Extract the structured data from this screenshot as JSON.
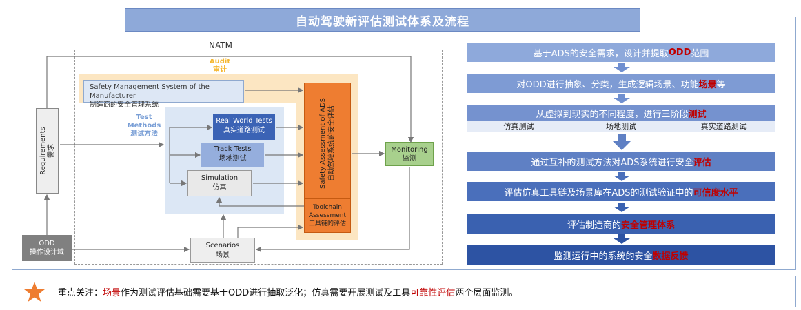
{
  "title": "自动驾驶新评估测试体系及流程",
  "diagram": {
    "natm": "NATM",
    "audit_en": "Audit",
    "audit_cn": "审计",
    "sms_en": "Safety Management System of the Manufacturer",
    "sms_cn": "制造商的安全管理系统",
    "test_methods_en_1": "Test",
    "test_methods_en_2": "Methods",
    "test_methods_cn": "测试方法",
    "real_world_en": "Real World Tests",
    "real_world_cn": "真实道路测试",
    "track_en": "Track Tests",
    "track_cn": "场地测试",
    "simulation_en": "Simulation",
    "simulation_cn": "仿真",
    "safety_en": "Safety Assessment of ADS",
    "safety_cn": "自动驾驶系统的安全评估",
    "toolchain_en_1": "Toolchain",
    "toolchain_en_2": "Assessment",
    "toolchain_cn": "工具链的评估",
    "monitoring_en": "Monitoring",
    "monitoring_cn": "监测",
    "requirements_en": "Requirements",
    "requirements_cn": "需求",
    "odd_en": "ODD",
    "odd_cn": "操作设计域",
    "scenarios_en": "Scenarios",
    "scenarios_cn": "场景"
  },
  "flow": {
    "step1_a": "基于ADS的安全需求，设计并提取",
    "step1_hl": "ODD",
    "step1_b": "范围",
    "step2_a": "对ODD进行抽象、分类，生成逻辑场景、功能",
    "step2_hl": "场景",
    "step2_b": "等",
    "step3_a": "从虚拟到现实的不同程度，进行三阶段",
    "step3_hl": "测试",
    "step3_sub": [
      "仿真测试",
      "场地测试",
      "真实道路测试"
    ],
    "step4_a": "通过互补的测试方法对ADS系统进行安全",
    "step4_hl": "评估",
    "step5_a": "评估仿真工具链及场景库在ADS的测试验证中的",
    "step5_hl": "可信度水平",
    "step6_a": "评估制造商的",
    "step6_hl": "安全管理体系",
    "step7_a": "监测运行中的系统的安全",
    "step7_hl": "数据反馈"
  },
  "note": {
    "prefix": "重点关注：",
    "hl1": "场景",
    "mid": "作为测试评估基础需要基于ODD进行抽取泛化；仿真需要开展测试及工具",
    "hl2": "可靠性评估",
    "suffix": "两个层面监测。"
  },
  "colors": {
    "accent_red": "#c00000",
    "orange": "#ee7d31",
    "green": "#a8d08d",
    "blue_dark": "#2d53a3"
  }
}
